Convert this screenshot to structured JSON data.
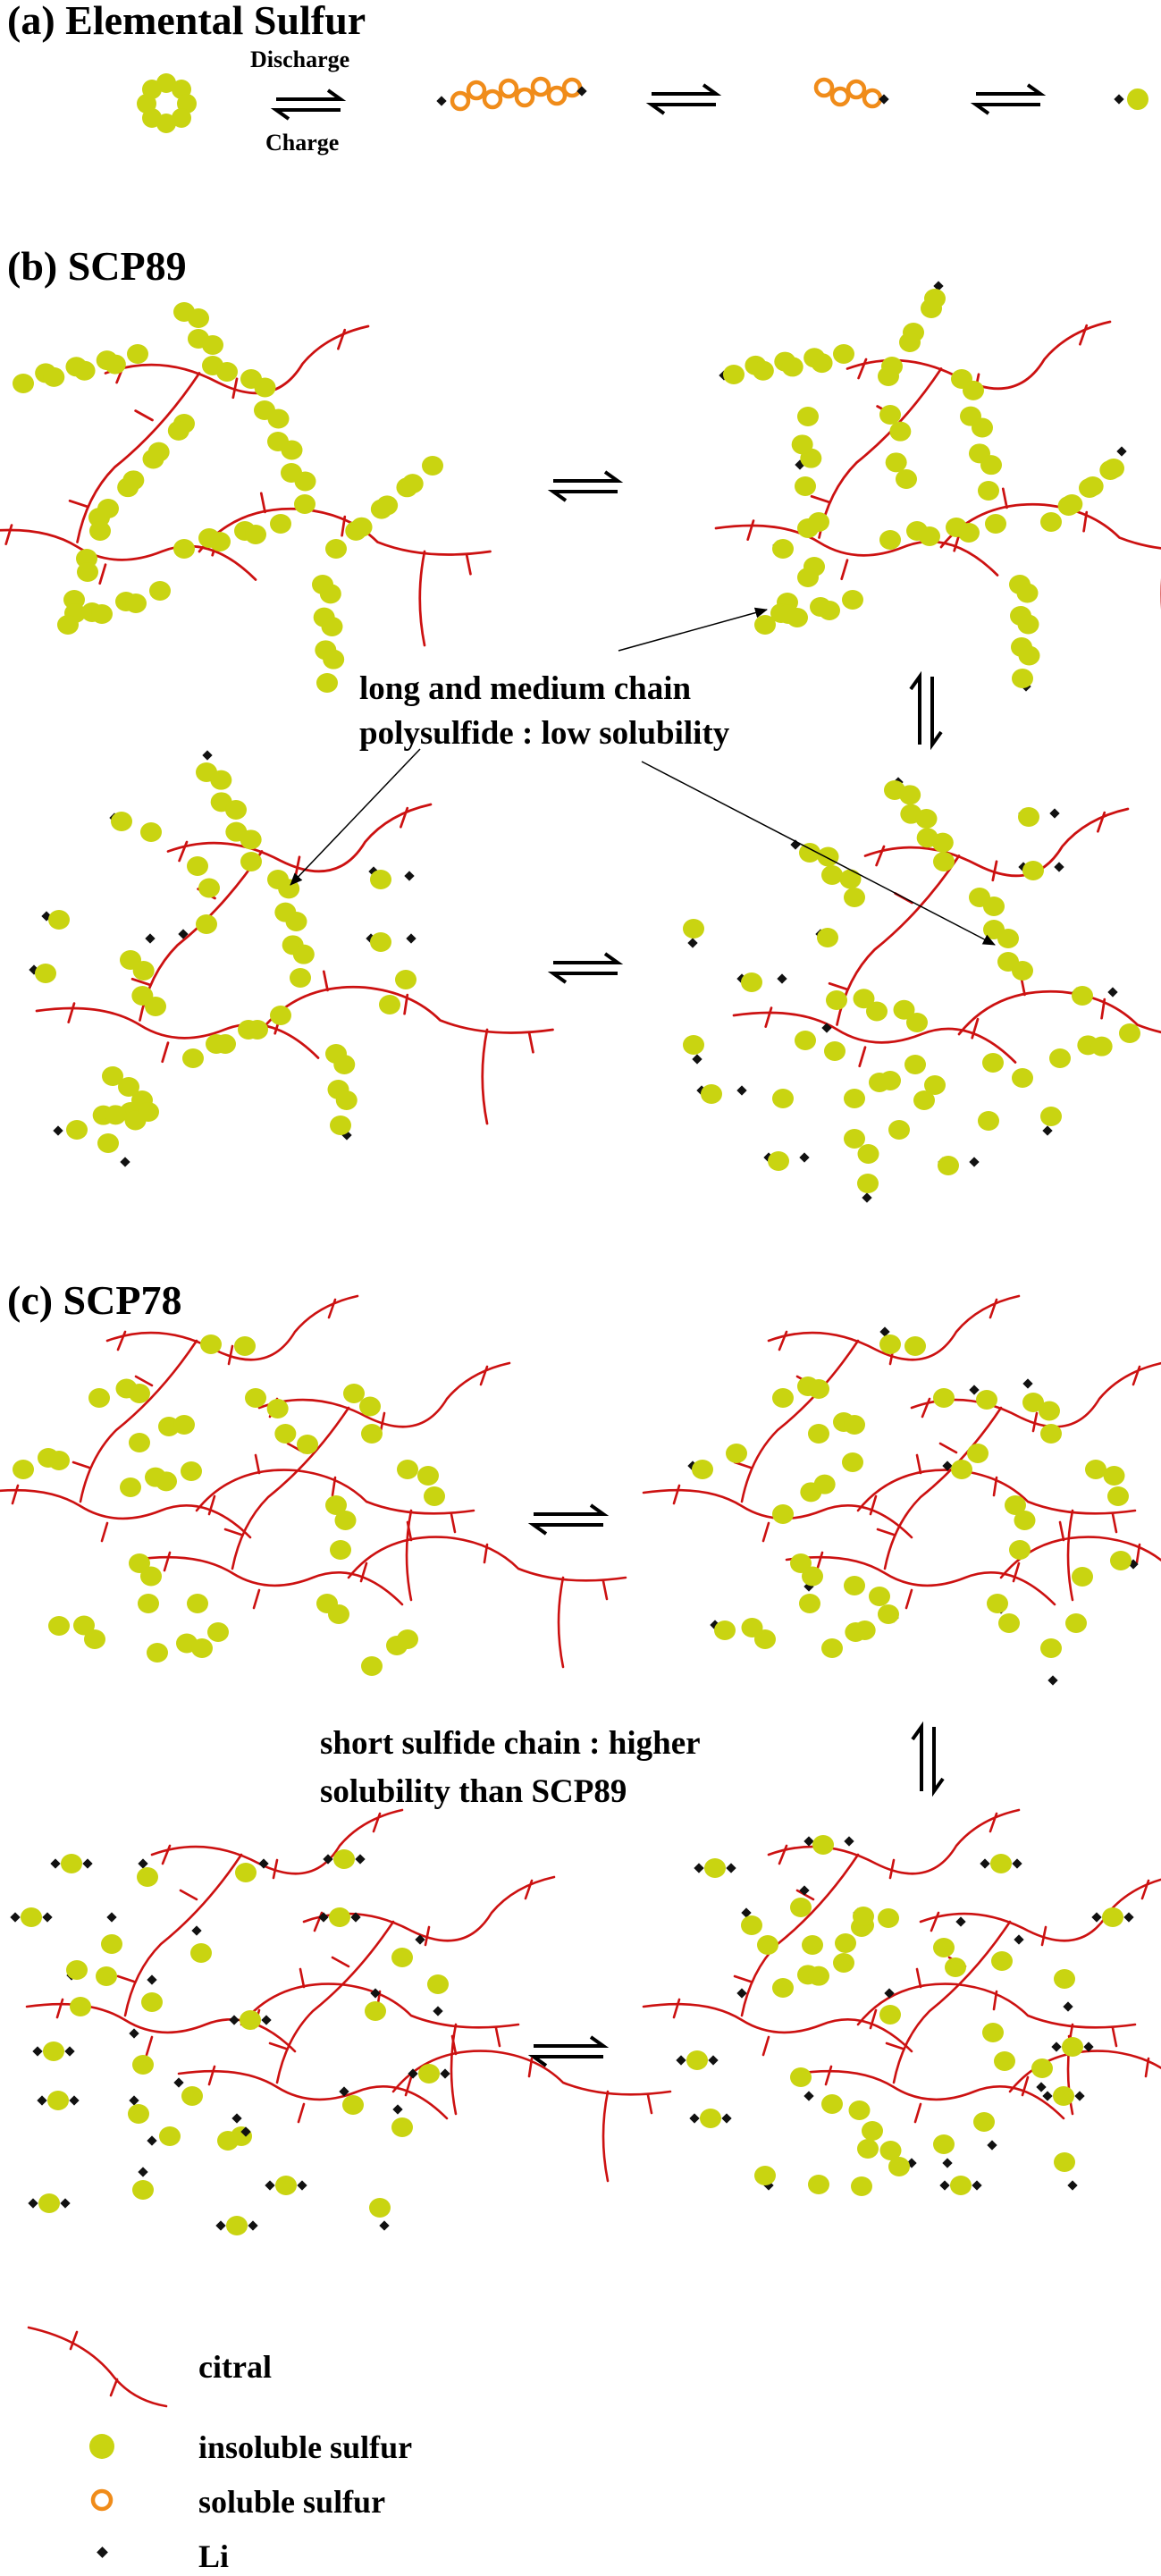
{
  "panels": [
    {
      "title": "(a) Elemental Sulfur"
    },
    {
      "title": "(b) SCP89"
    },
    {
      "title": "(c) SCP78"
    }
  ],
  "arrows": {
    "discharge": "Discharge",
    "charge": "Charge"
  },
  "captions": {
    "scp89_line1": "long and medium chain",
    "scp89_line2": "polysulfide : low solubility",
    "scp78_line1": "short sulfide chain : higher",
    "scp78_line2": "solubility than SCP89"
  },
  "legend": [
    {
      "label": "citral",
      "icon": "citral-icon"
    },
    {
      "label": "insoluble sulfur",
      "icon": "insoluble-sulfur-icon"
    },
    {
      "label": "soluble sulfur",
      "icon": "soluble-sulfur-icon"
    },
    {
      "label": "Li",
      "icon": "li-icon"
    }
  ],
  "colors": {
    "citral": "#cc1111",
    "insoluble_sulfur": "#c9d411",
    "soluble_sulfur": "#f08c1a",
    "li": "#111111"
  }
}
